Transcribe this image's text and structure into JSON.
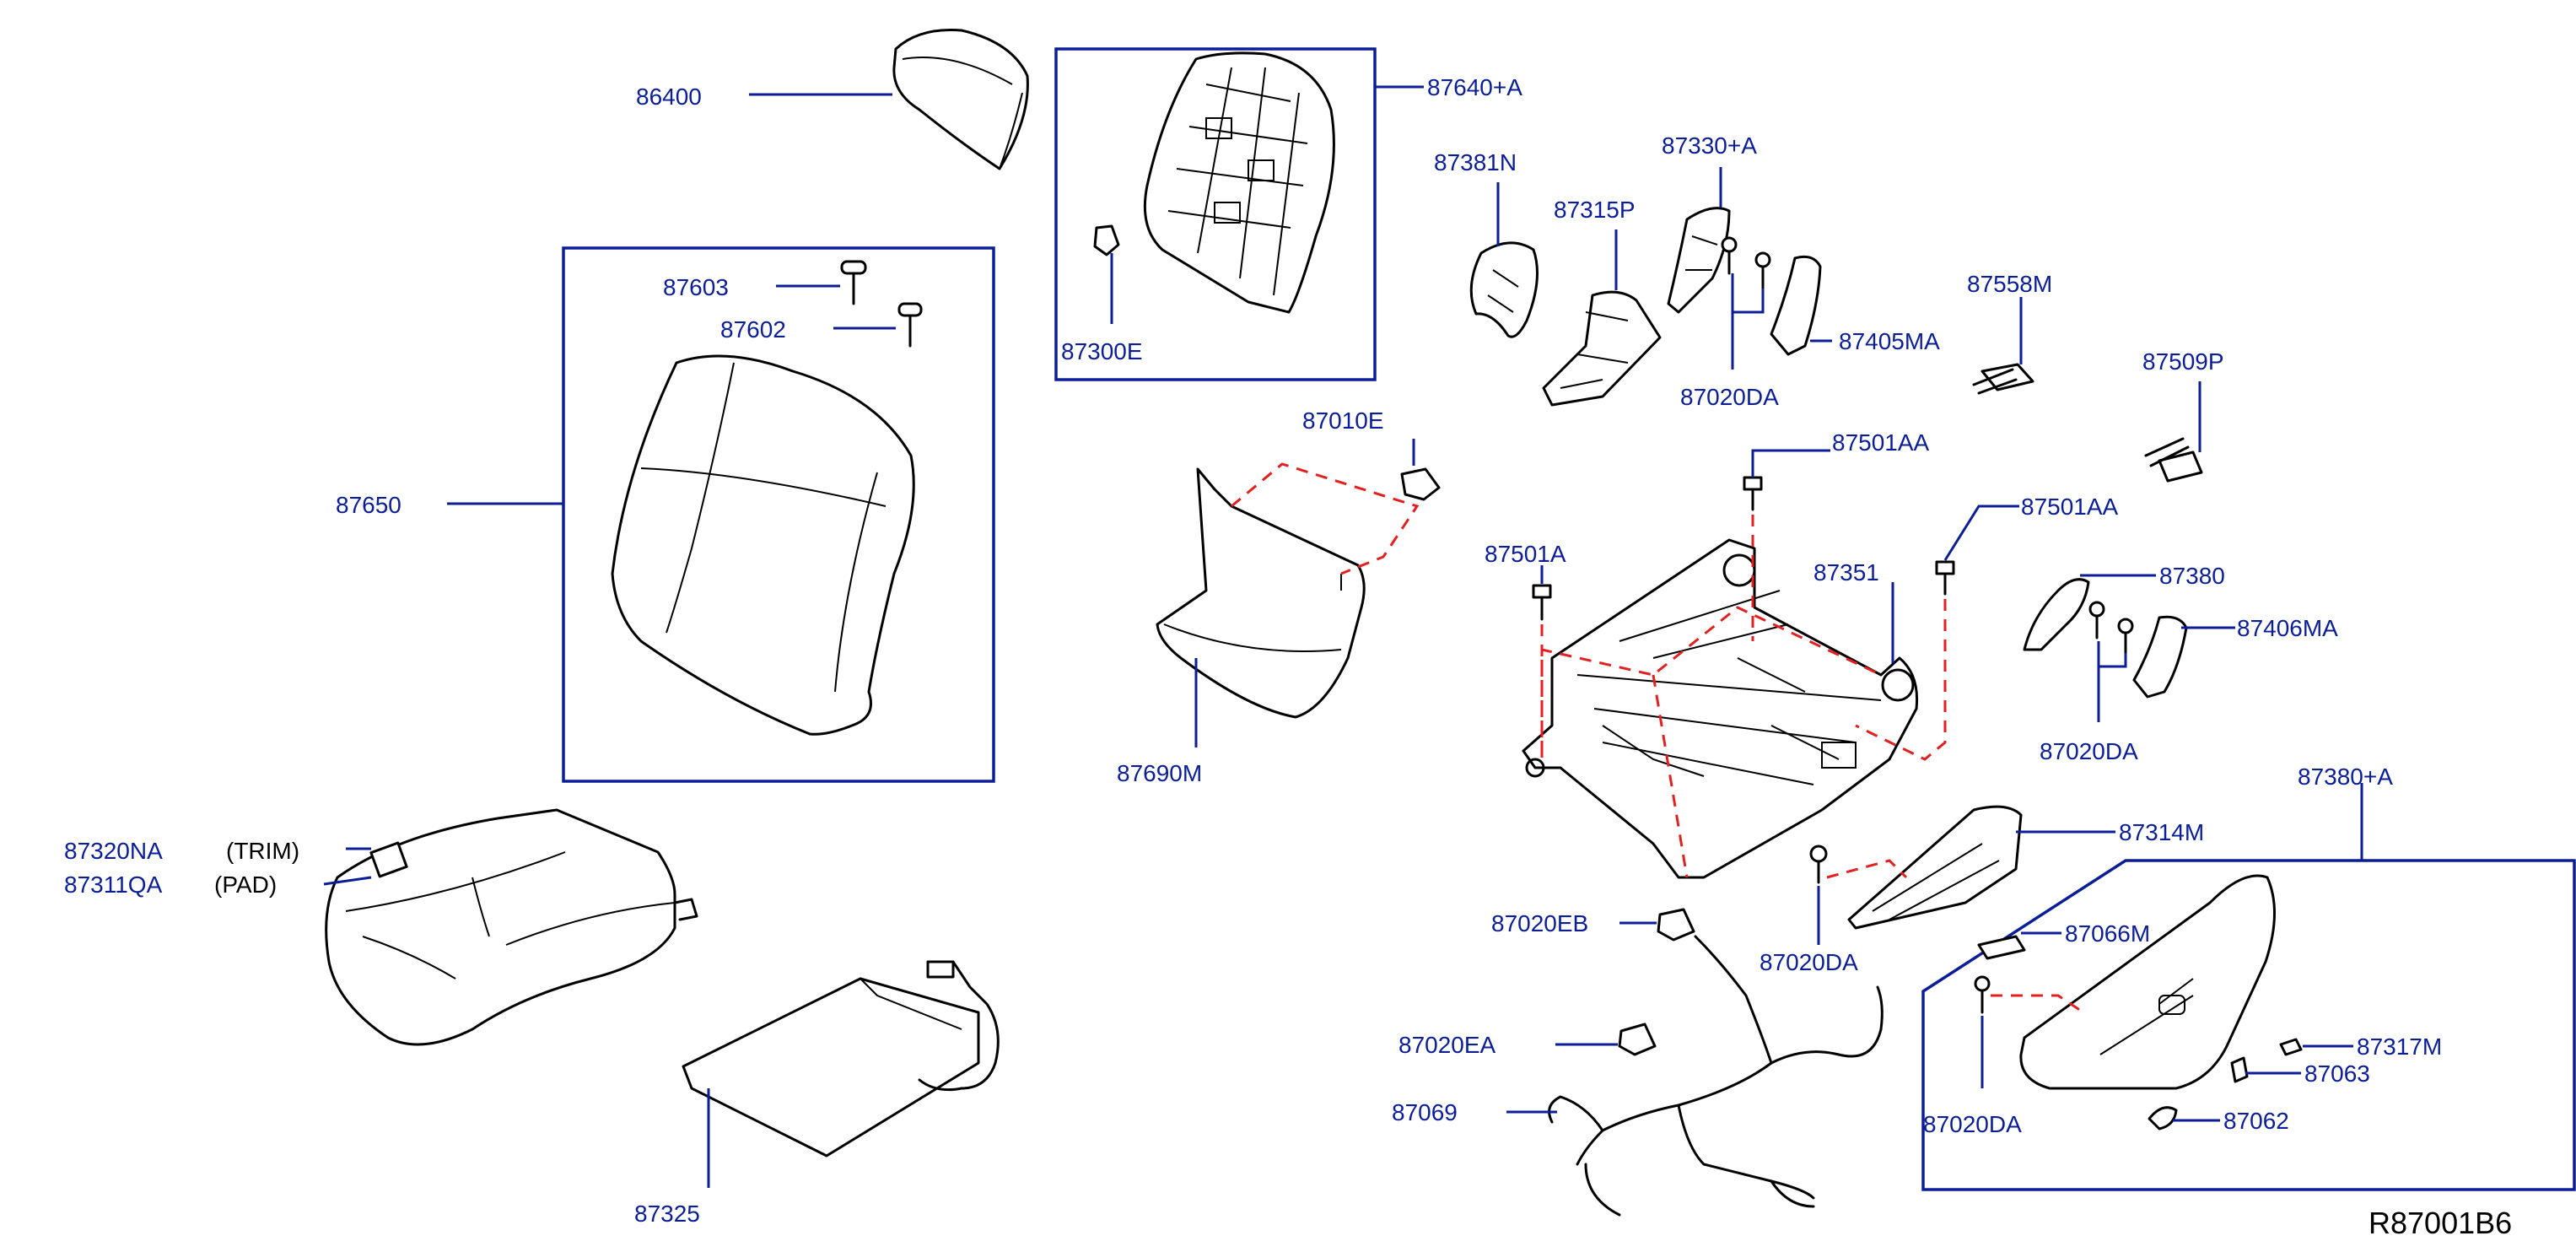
{
  "colors": {
    "label": "#0b1e96",
    "line": "#000000",
    "dashed_link": "#e32020",
    "background": "#ffffff"
  },
  "labels": {
    "p86400": "86400",
    "p87640A": "87640+A",
    "p87300E": "87300E",
    "p87603": "87603",
    "p87602": "87602",
    "p87650": "87650",
    "p87381N": "87381N",
    "p87315P": "87315P",
    "p87330A": "87330+A",
    "p87405MA": "87405MA",
    "p87020DA_1": "87020DA",
    "p87558M": "87558M",
    "p87509P": "87509P",
    "p87010E": "87010E",
    "p87501AA_1": "87501AA",
    "p87501AA_2": "87501AA",
    "p87501A": "87501A",
    "p87351": "87351",
    "p87380": "87380",
    "p87406MA": "87406MA",
    "p87020DA_2": "87020DA",
    "p87690M": "87690M",
    "p87380A": "87380+A",
    "p87314M": "87314M",
    "p87320NA": "87320NA",
    "p87311QA": "87311QA",
    "p87020EB": "87020EB",
    "p87020DA_3": "87020DA",
    "p87066M": "87066M",
    "p87020EA": "87020EA",
    "p87317M": "87317M",
    "p87063": "87063",
    "p87069": "87069",
    "p87020DA_4": "87020DA",
    "p87062": "87062",
    "p87325": "87325"
  },
  "notes": {
    "trim": "(TRIM)",
    "pad": "(PAD)"
  },
  "reference_code": "R87001B6"
}
